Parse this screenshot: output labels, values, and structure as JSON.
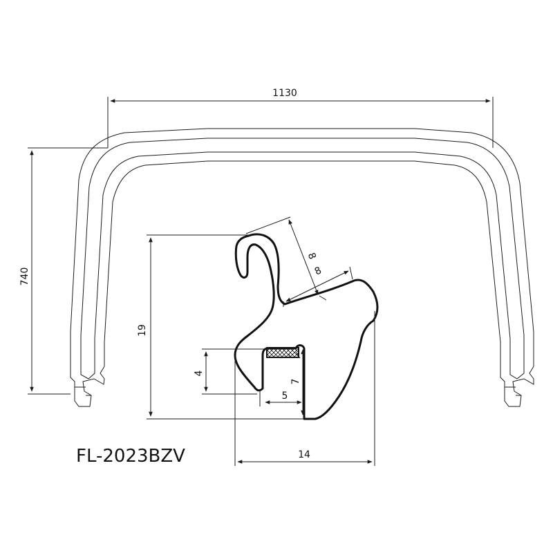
{
  "dimensions": {
    "width": "1130",
    "height": "740",
    "profile_height": "19",
    "profile_width": "14",
    "lip_a": "8",
    "lip_b": "8",
    "channel_depth": "4",
    "channel_width": "5",
    "channel_height": "7"
  },
  "model": "FL-2023BZV",
  "colors": {
    "line": "#1a1a1a",
    "hatch": "#222222",
    "background": "#ffffff"
  }
}
